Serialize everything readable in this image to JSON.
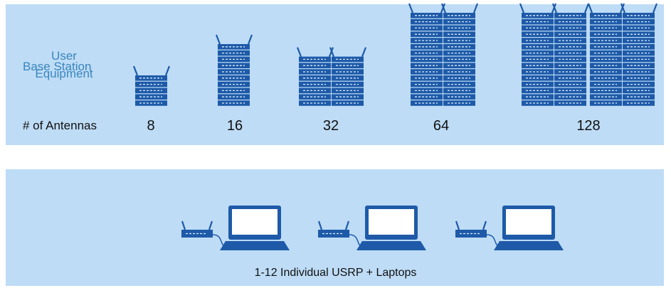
{
  "base_station": {
    "label": "Base Station",
    "antennas_label": "# of Antennas",
    "configs": [
      {
        "antennas": "8"
      },
      {
        "antennas": "16"
      },
      {
        "antennas": "32"
      },
      {
        "antennas": "64"
      },
      {
        "antennas": "128"
      }
    ]
  },
  "user_equipment": {
    "label_line1": "User",
    "label_line2": "Equipment",
    "caption": "1-12 Individual USRP + Laptops",
    "devices": [
      {
        "item": "usrp-laptop"
      },
      {
        "item": "usrp-laptop"
      },
      {
        "item": "usrp-laptop"
      }
    ]
  },
  "colors": {
    "panel": "#bedcf6",
    "label_blue": "#3a86bd",
    "equipment_blue": "#1e5aa8"
  }
}
